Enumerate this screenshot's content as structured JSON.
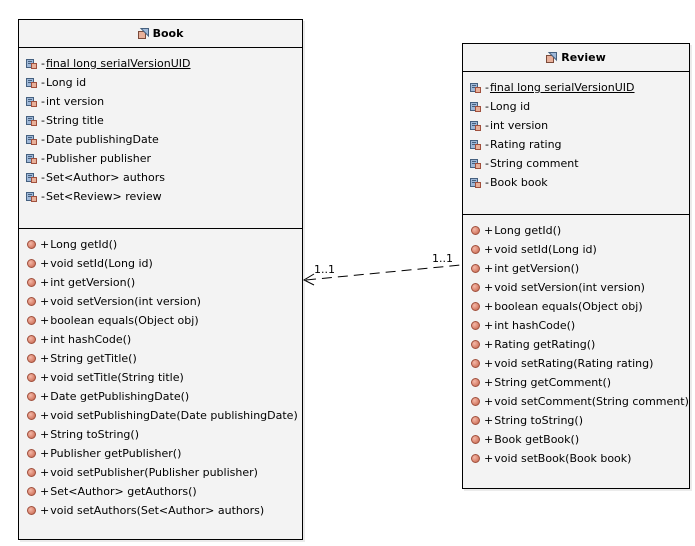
{
  "classes": {
    "book": {
      "name": "Book",
      "attributes": [
        {
          "vis": "-",
          "text": "final long serialVersionUID",
          "static": true
        },
        {
          "vis": "-",
          "text": "Long id",
          "static": false
        },
        {
          "vis": "-",
          "text": "int version",
          "static": false
        },
        {
          "vis": "-",
          "text": "String title",
          "static": false
        },
        {
          "vis": "-",
          "text": "Date publishingDate",
          "static": false
        },
        {
          "vis": "-",
          "text": "Publisher publisher",
          "static": false
        },
        {
          "vis": "-",
          "text": "Set<Author> authors",
          "static": false
        },
        {
          "vis": "-",
          "text": "Set<Review> review",
          "static": false
        }
      ],
      "methods": [
        {
          "vis": "+",
          "text": "Long getId()"
        },
        {
          "vis": "+",
          "text": "void setId(Long id)"
        },
        {
          "vis": "+",
          "text": "int getVersion()"
        },
        {
          "vis": "+",
          "text": "void setVersion(int version)"
        },
        {
          "vis": "+",
          "text": "boolean equals(Object obj)"
        },
        {
          "vis": "+",
          "text": "int hashCode()"
        },
        {
          "vis": "+",
          "text": "String getTitle()"
        },
        {
          "vis": "+",
          "text": "void setTitle(String title)"
        },
        {
          "vis": "+",
          "text": "Date getPublishingDate()"
        },
        {
          "vis": "+",
          "text": "void setPublishingDate(Date publishingDate)"
        },
        {
          "vis": "+",
          "text": "String toString()"
        },
        {
          "vis": "+",
          "text": "Publisher getPublisher()"
        },
        {
          "vis": "+",
          "text": "void setPublisher(Publisher publisher)"
        },
        {
          "vis": "+",
          "text": "Set<Author> getAuthors()"
        },
        {
          "vis": "+",
          "text": "void setAuthors(Set<Author> authors)"
        }
      ]
    },
    "review": {
      "name": "Review",
      "attributes": [
        {
          "vis": "-",
          "text": "final long serialVersionUID",
          "static": true
        },
        {
          "vis": "-",
          "text": "Long id",
          "static": false
        },
        {
          "vis": "-",
          "text": "int version",
          "static": false
        },
        {
          "vis": "-",
          "text": "Rating rating",
          "static": false
        },
        {
          "vis": "-",
          "text": "String comment",
          "static": false
        },
        {
          "vis": "-",
          "text": "Book book",
          "static": false
        }
      ],
      "methods": [
        {
          "vis": "+",
          "text": "Long getId()"
        },
        {
          "vis": "+",
          "text": "void setId(Long id)"
        },
        {
          "vis": "+",
          "text": "int getVersion()"
        },
        {
          "vis": "+",
          "text": "void setVersion(int version)"
        },
        {
          "vis": "+",
          "text": "boolean equals(Object obj)"
        },
        {
          "vis": "+",
          "text": "int hashCode()"
        },
        {
          "vis": "+",
          "text": "Rating getRating()"
        },
        {
          "vis": "+",
          "text": "void setRating(Rating rating)"
        },
        {
          "vis": "+",
          "text": "String getComment()"
        },
        {
          "vis": "+",
          "text": "void setComment(String comment)"
        },
        {
          "vis": "+",
          "text": "String toString()"
        },
        {
          "vis": "+",
          "text": "Book getBook()"
        },
        {
          "vis": "+",
          "text": "void setBook(Book book)"
        }
      ]
    }
  },
  "association": {
    "book_multiplicity": "1..1",
    "review_multiplicity": "1..1"
  },
  "colors": {
    "box_fill": "#f3f3f3",
    "method_icon": "#d9846e"
  }
}
